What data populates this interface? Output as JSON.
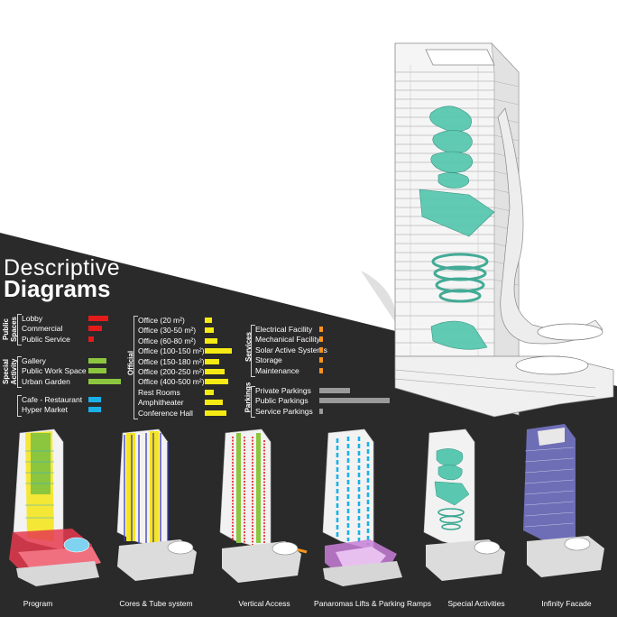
{
  "title": {
    "line1": "Descriptive",
    "line2": "Diagrams"
  },
  "colors": {
    "background_dark": "#2a2a2a",
    "public_spaces": "#e31b1b",
    "special_activity": "#8cc63f",
    "commerce": "#1ab0e8",
    "official": "#f5ea14",
    "services": "#f7941d",
    "parkings": "#9a9a9a",
    "tower_glass": "#5ac8b0"
  },
  "groups": [
    {
      "label": "Public Spaces",
      "items": [
        {
          "label": "Lobby",
          "value": 22
        },
        {
          "label": "Commercial",
          "value": 15
        },
        {
          "label": "Public Service",
          "value": 6
        }
      ]
    },
    {
      "label": "Special Activity",
      "items": [
        {
          "label": "Gallery",
          "value": 20
        },
        {
          "label": "Public Work Space",
          "value": 20
        },
        {
          "label": "Urban Garden",
          "value": 36
        }
      ]
    },
    {
      "label": "",
      "items": [
        {
          "label": "Cafe - Restaurant",
          "value": 14
        },
        {
          "label": "Hyper Market",
          "value": 14
        }
      ]
    },
    {
      "label": "Official",
      "items": [
        {
          "label": "Office (20 m²)",
          "value": 8
        },
        {
          "label": "Office (30-50 m²)",
          "value": 10
        },
        {
          "label": "Office (60-80 m²)",
          "value": 14
        },
        {
          "label": "Office (100-150 m²)",
          "value": 30
        },
        {
          "label": "Office (150-180 m²)",
          "value": 16
        },
        {
          "label": "Office (200-250 m²)",
          "value": 22
        },
        {
          "label": "Office (400-500 m²)",
          "value": 26
        },
        {
          "label": "Rest Rooms",
          "value": 10
        },
        {
          "label": "Amphitheater",
          "value": 20
        },
        {
          "label": "Conference Hall",
          "value": 24
        }
      ]
    },
    {
      "label": "Services",
      "items": [
        {
          "label": "Electrical Facility",
          "value": 4
        },
        {
          "label": "Mechanical Facility",
          "value": 4
        },
        {
          "label": "Solar Active Systems",
          "value": 4
        },
        {
          "label": "Storage",
          "value": 4
        },
        {
          "label": "Maintenance",
          "value": 4
        }
      ]
    },
    {
      "label": "Parkings",
      "items": [
        {
          "label": "Private Parkings",
          "value": 34
        },
        {
          "label": "Public Parkings",
          "value": 78
        },
        {
          "label": "Service Parkings",
          "value": 4
        }
      ]
    }
  ],
  "diagrams": [
    {
      "caption": "Program"
    },
    {
      "caption": "Cores & Tube system"
    },
    {
      "caption": "Vertical Access"
    },
    {
      "caption": "Panaromas Lifts & Parking Ramps"
    },
    {
      "caption": "Special Activities"
    },
    {
      "caption": "Infinity Facade"
    }
  ]
}
